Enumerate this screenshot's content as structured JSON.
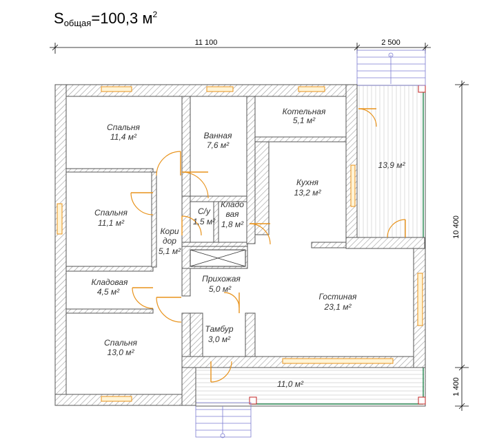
{
  "title": {
    "main": "S",
    "sub": "общая",
    "rest": "=100,3 м",
    "sup": "2"
  },
  "dims": {
    "top_main": "11 100",
    "top_terrace": "2 500",
    "right_main": "10 400",
    "right_porch": "1 400"
  },
  "rooms": {
    "bedroom1": {
      "name": "Спальня",
      "area": "11,4 м²"
    },
    "bathroom": {
      "name": "Ванная",
      "area": "7,6 м²"
    },
    "boiler": {
      "name": "Котельная",
      "area": "5,1 м²"
    },
    "terrace": {
      "area": "13,9 м²"
    },
    "kitchen": {
      "name": "Кухня",
      "area": "13,2 м²"
    },
    "bedroom2": {
      "name": "Спальня",
      "area": "11,1 м²"
    },
    "wc": {
      "name": "С/у",
      "area": "1,5 м²"
    },
    "storage1": {
      "name1": "Кладо",
      "name2": "вая",
      "area": "1,8 м²"
    },
    "corridor": {
      "name1": "Кори",
      "name2": "дор",
      "area": "5,1 м²"
    },
    "storage2": {
      "name": "Кладовая",
      "area": "4,5 м²"
    },
    "hall": {
      "name": "Прихожая",
      "area": "5,0 м²"
    },
    "living": {
      "name": "Гостиная",
      "area": "23,1 м²"
    },
    "vestibule": {
      "name": "Тамбур",
      "area": "3,0 м²"
    },
    "bedroom3": {
      "name": "Спальня",
      "area": "13,0 м²"
    },
    "porch": {
      "area": "11,0 м²"
    }
  },
  "colors": {
    "wall_hatch": "#9a9a9a",
    "door": "#e8921a",
    "window": "#e8921a",
    "railing": "#2e8b57",
    "stair": "#7a7ad0"
  }
}
